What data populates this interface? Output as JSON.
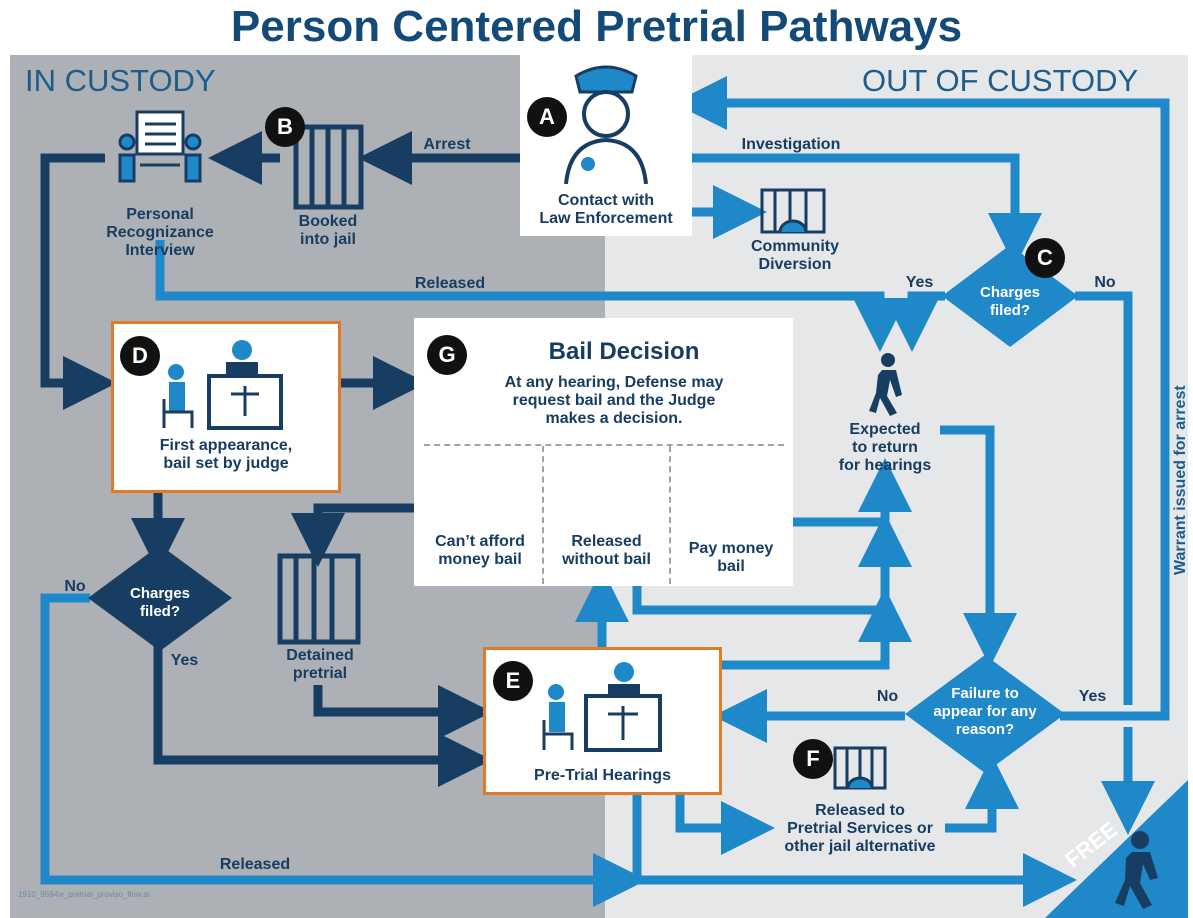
{
  "title": "Person Centered Pretrial Pathways",
  "zones": {
    "in_custody": "IN CUSTODY",
    "out_of_custody": "OUT OF CUSTODY"
  },
  "badges": {
    "a": "A",
    "b": "B",
    "c": "C",
    "d": "D",
    "e": "E",
    "f": "F",
    "g": "G"
  },
  "nodes": {
    "law_enforcement": "Contact with\nLaw Enforcement",
    "booked": "Booked\ninto jail",
    "pr_interview": "Personal\nRecognizance\nInterview",
    "community_diversion": "Community\nDiversion",
    "charges_filed_c": "Charges\nfiled?",
    "first_appearance": "First appearance,\nbail set by judge",
    "bail_decision_title": "Bail Decision",
    "bail_decision_text": "At any hearing, Defense may\nrequest bail and the Judge\nmakes a decision.",
    "cant_afford": "Can’t afford\nmoney bail",
    "released_without_bail": "Released\nwithout bail",
    "pay_money_bail": "Pay money\nbail",
    "expected_return": "Expected\nto return\nfor hearings",
    "charges_filed_d": "Charges\nfiled?",
    "detained_pretrial": "Detained\npretrial",
    "pretrial_hearings": "Pre-Trial Hearings",
    "failure_to_appear": "Failure to\nappear for any\nreason?",
    "released_pretrial_services": "Released to\nPretrial Services or\nother jail alternative",
    "free": "FREE"
  },
  "edge_labels": {
    "arrest": "Arrest",
    "investigation": "Investigation",
    "released_top": "Released",
    "yes_c": "Yes",
    "no_c": "No",
    "no_d": "No",
    "yes_d": "Yes",
    "no_fta": "No",
    "yes_fta": "Yes",
    "released_bottom": "Released",
    "warrant": "Warrant issued for arrest"
  },
  "footer_code": "1910_9594w_pretrial_proviso_flow.ai",
  "colors": {
    "dark_navy": "#173e62",
    "light_blue": "#1f88c9",
    "orange": "#e07b2a",
    "panel_dark": "#adb1b6",
    "panel_light": "#e6e7e9",
    "title": "#134a78"
  }
}
